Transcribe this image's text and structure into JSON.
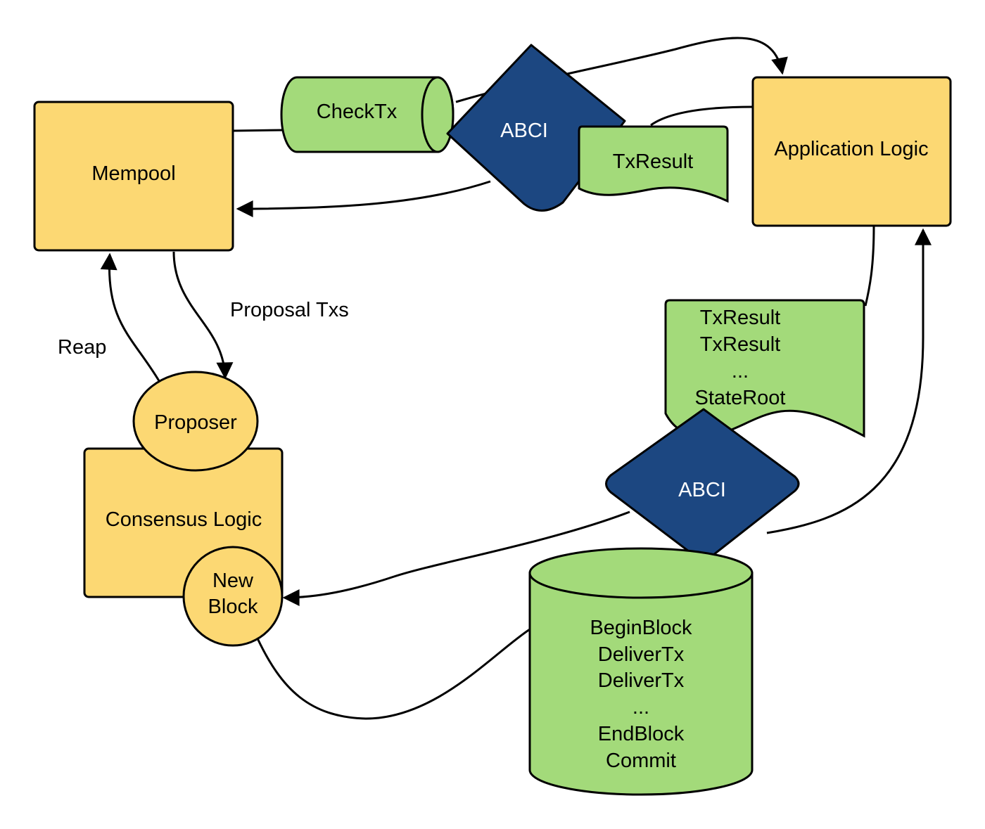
{
  "colors": {
    "yellow_fill": "#fcd873",
    "green_fill": "#a3da7a",
    "navy_fill": "#1c4781",
    "stroke": "#000000",
    "white_text": "#ffffff"
  },
  "nodes": {
    "mempool": "Mempool",
    "application_logic": "Application Logic",
    "checktx": "CheckTx",
    "abci_top": "ABCI",
    "txresult_top": "TxResult",
    "proposer": "Proposer",
    "consensus_logic": "Consensus Logic",
    "new_block": [
      "New",
      "Block"
    ],
    "abci_bottom": "ABCI",
    "results_doc": [
      "TxResult",
      "TxResult",
      "...",
      "StateRoot"
    ],
    "block_db": [
      "BeginBlock",
      "DeliverTx",
      "DeliverTx",
      "...",
      "EndBlock",
      "Commit"
    ]
  },
  "edge_labels": {
    "proposal_txs": "Proposal Txs",
    "reap": "Reap"
  }
}
